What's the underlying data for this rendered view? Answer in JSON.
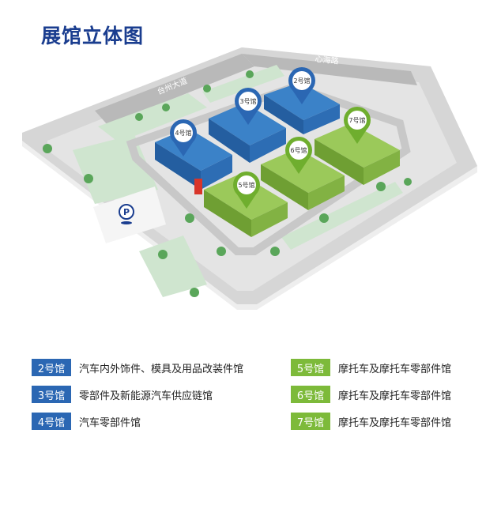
{
  "title": "展馆立体图",
  "colors": {
    "blue_hall": "#2f6fb6",
    "green_hall": "#8cbf4a",
    "blue_badge": "#2b67b3",
    "green_badge": "#7dba3a",
    "pin_blue": "#2b67b3",
    "pin_green": "#6fae2e"
  },
  "roads": {
    "left_road": "台州大道",
    "right_road": "心海路"
  },
  "map": {
    "parking_icon": "P",
    "halls": [
      {
        "id": "2",
        "label": "2号馆",
        "color": "blue"
      },
      {
        "id": "3",
        "label": "3号馆",
        "color": "blue"
      },
      {
        "id": "4",
        "label": "4号馆",
        "color": "blue"
      },
      {
        "id": "5",
        "label": "5号馆",
        "color": "green"
      },
      {
        "id": "6",
        "label": "6号馆",
        "color": "green"
      },
      {
        "id": "7",
        "label": "7号馆",
        "color": "green"
      }
    ]
  },
  "legend": {
    "items": [
      {
        "badge": "2号馆",
        "desc": "汽车内外饰件、模具及用品改装件馆",
        "color": "blue"
      },
      {
        "badge": "3号馆",
        "desc": "零部件及新能源汽车供应链馆",
        "color": "blue"
      },
      {
        "badge": "4号馆",
        "desc": "汽车零部件馆",
        "color": "blue"
      },
      {
        "badge": "5号馆",
        "desc": "摩托车及摩托车零部件馆",
        "color": "green"
      },
      {
        "badge": "6号馆",
        "desc": "摩托车及摩托车零部件馆",
        "color": "green"
      },
      {
        "badge": "7号馆",
        "desc": "摩托车及摩托车零部件馆",
        "color": "green"
      }
    ]
  }
}
